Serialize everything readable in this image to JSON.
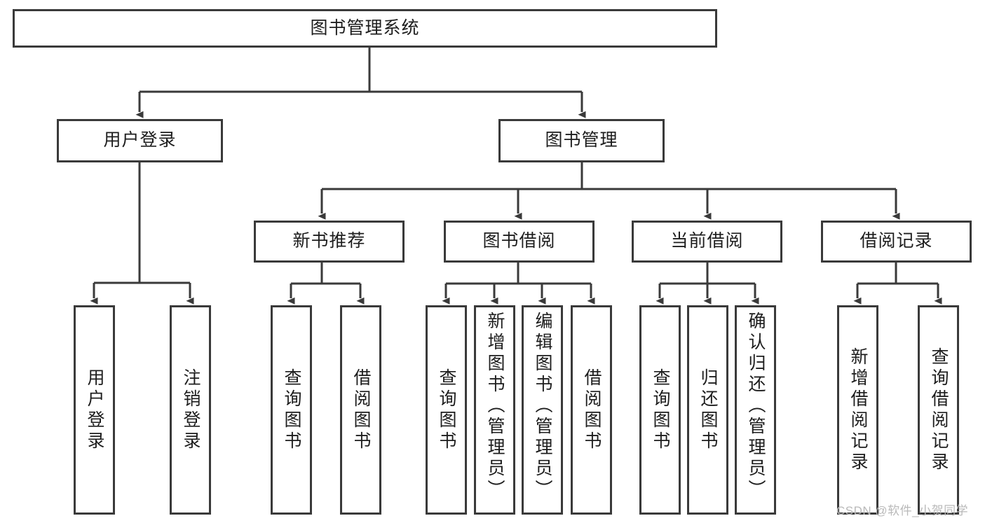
{
  "diagram": {
    "title": "图书管理系统",
    "type": "tree-hierarchy-diagram",
    "stroke_color": "#3a3a3a",
    "background_color": "#ffffff",
    "text_color": "#1d1d1d",
    "levels": [
      {
        "level": 1,
        "nodes": [
          {
            "id": "root",
            "label": "图书管理系统",
            "orientation": "horizontal"
          }
        ]
      },
      {
        "level": 2,
        "nodes": [
          {
            "id": "user-login",
            "label": "用户登录",
            "orientation": "horizontal"
          },
          {
            "id": "book-manage",
            "label": "图书管理",
            "orientation": "horizontal"
          }
        ]
      },
      {
        "level": 3,
        "nodes": [
          {
            "id": "new-book-rec",
            "label": "新书推荐",
            "orientation": "horizontal"
          },
          {
            "id": "book-borrow",
            "label": "图书借阅",
            "orientation": "horizontal"
          },
          {
            "id": "current-borrow",
            "label": "当前借阅",
            "orientation": "horizontal"
          },
          {
            "id": "borrow-record",
            "label": "借阅记录",
            "orientation": "horizontal"
          }
        ]
      },
      {
        "level": 4,
        "nodes": [
          {
            "id": "leaf-user-login",
            "label": "用户登录",
            "orientation": "vertical",
            "parent": "user-login"
          },
          {
            "id": "leaf-logout-login",
            "label": "注销登录",
            "orientation": "vertical",
            "parent": "user-login"
          },
          {
            "id": "leaf-query-book-1",
            "label": "查询图书",
            "orientation": "vertical",
            "parent": "new-book-rec"
          },
          {
            "id": "leaf-borrow-book-1",
            "label": "借阅图书",
            "orientation": "vertical",
            "parent": "new-book-rec"
          },
          {
            "id": "leaf-query-book-2",
            "label": "查询图书",
            "orientation": "vertical",
            "parent": "book-borrow"
          },
          {
            "id": "leaf-add-book",
            "label": "新增图书（管理员）",
            "orientation": "vertical",
            "parent": "book-borrow"
          },
          {
            "id": "leaf-edit-book",
            "label": "编辑图书（管理员）",
            "orientation": "vertical",
            "parent": "book-borrow"
          },
          {
            "id": "leaf-borrow-book-2",
            "label": "借阅图书",
            "orientation": "vertical",
            "parent": "book-borrow"
          },
          {
            "id": "leaf-query-book-3",
            "label": "查询图书",
            "orientation": "vertical",
            "parent": "current-borrow"
          },
          {
            "id": "leaf-return-book",
            "label": "归还图书",
            "orientation": "vertical",
            "parent": "current-borrow"
          },
          {
            "id": "leaf-confirm-return",
            "label": "确认归还（管理员）",
            "orientation": "vertical",
            "parent": "current-borrow"
          },
          {
            "id": "leaf-add-record",
            "label": "新增借阅记录",
            "orientation": "vertical",
            "parent": "borrow-record"
          },
          {
            "id": "leaf-query-record",
            "label": "查询借阅记录",
            "orientation": "vertical",
            "parent": "borrow-record"
          }
        ]
      }
    ]
  },
  "watermark": {
    "text": "CSDN @软件_小贺同学",
    "color": "#b9b9b9"
  }
}
